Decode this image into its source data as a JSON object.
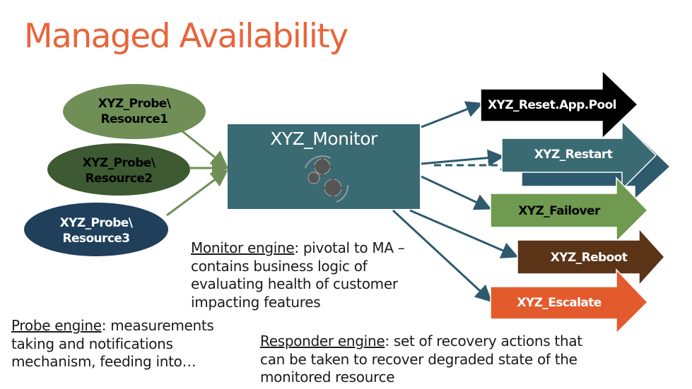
{
  "title": "Managed Availability",
  "probes": [
    {
      "line1": "XYZ_Probe\\",
      "line2": "Resource1",
      "color": "#6f8f57"
    },
    {
      "line1": "XYZ_Probe\\",
      "line2": "Resource2",
      "color": "#3d5a32"
    },
    {
      "line1": "XYZ_Probe\\",
      "line2": "Resource3",
      "color": "#1f3f5a"
    }
  ],
  "monitor": {
    "label": "XYZ_Monitor",
    "color": "#3a6a72"
  },
  "responders": [
    {
      "label": "XYZ_Reset.App.Pool",
      "color": "#000000"
    },
    {
      "label": "XYZ_Restart",
      "color": "#3a6a72"
    },
    {
      "label": "XYZ_Failover",
      "color": "#6f9a4f"
    },
    {
      "label": "XYZ_Reboot",
      "color": "#5b3418"
    },
    {
      "label": "XYZ_Escalate",
      "color": "#e35b2d"
    }
  ],
  "monitor_text": {
    "term": "Monitor engine",
    "line1": ": pivotal to MA –",
    "line2": "contains business logic of",
    "line3": "evaluating health of customer",
    "line4": "impacting features"
  },
  "probe_text": {
    "term": "Probe engine",
    "line1": ": measurements",
    "line2": "taking and notifications",
    "line3": "mechanism, feeding into…"
  },
  "responder_text": {
    "term": "Responder engine",
    "line1": ": set of recovery actions that",
    "line2": "can be taken to recover degraded state of the",
    "line3": "monitored resource"
  }
}
